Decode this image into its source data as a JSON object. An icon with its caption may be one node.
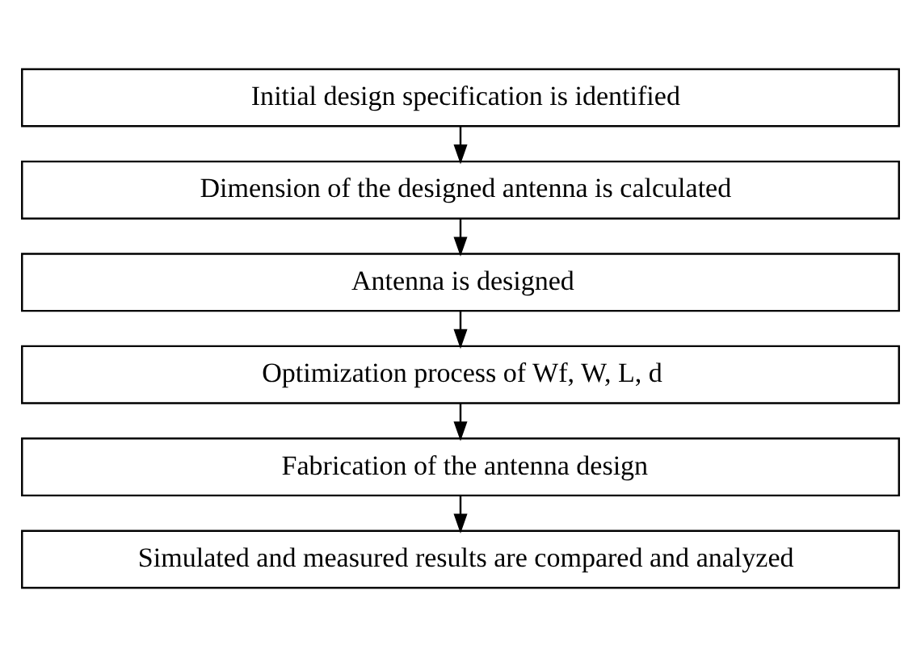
{
  "diagram": {
    "nodes": [
      {
        "text": [
          "Initial design specification is identified"
        ]
      },
      {
        "text": [
          "Dimension of the designed antenna is calculated"
        ]
      },
      {
        "text": [
          "Antenna is designed"
        ]
      },
      {
        "text": [
          "Optimization process of Wf, W, L, d"
        ]
      },
      {
        "text": [
          "Fabrication of the antenna design"
        ]
      },
      {
        "text": [
          "Simulated and measured results are compared and analyzed"
        ]
      }
    ],
    "edges": [
      {
        "from": 0,
        "to": 1,
        "arrow": "to"
      },
      {
        "from": 1,
        "to": 2,
        "arrow": "to"
      },
      {
        "from": 2,
        "to": 3,
        "arrow": "to"
      },
      {
        "from": 3,
        "to": 4,
        "arrow": "to"
      },
      {
        "from": 4,
        "to": 5,
        "arrow": "to"
      }
    ]
  }
}
